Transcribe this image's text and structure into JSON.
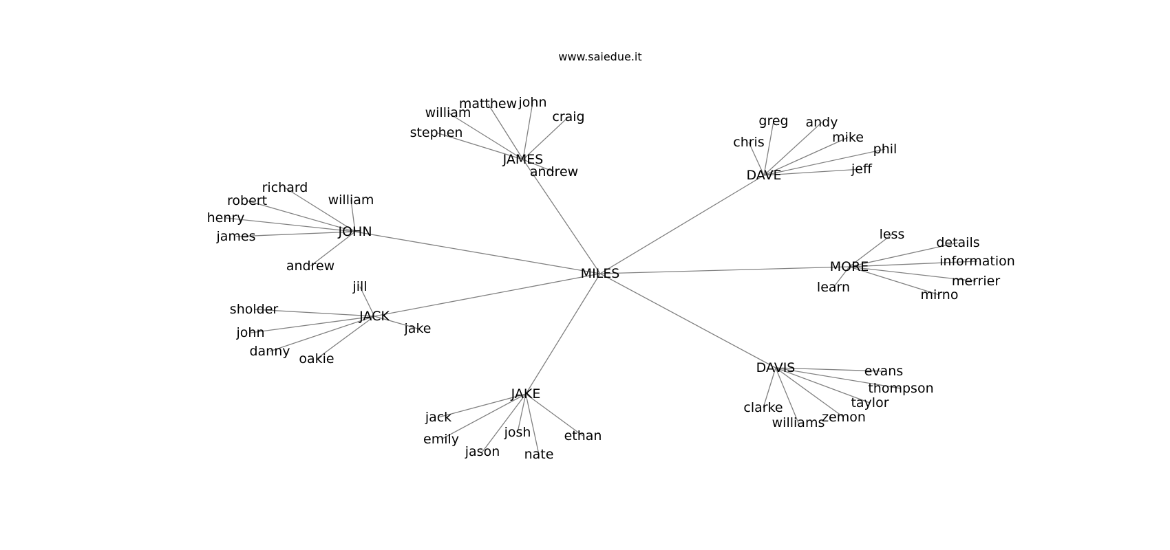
{
  "title": "www.saiedue.it",
  "colors": {
    "edge": "#808080",
    "text": "#000000",
    "background": "#ffffff"
  },
  "root": "MILES",
  "hubs": [
    {
      "name": "JAMES",
      "leaves": [
        "william",
        "matthew",
        "john",
        "craig",
        "stephen",
        "andrew"
      ]
    },
    {
      "name": "DAVE",
      "leaves": [
        "chris",
        "greg",
        "andy",
        "mike",
        "phil",
        "jeff"
      ]
    },
    {
      "name": "JOHN",
      "leaves": [
        "richard",
        "robert",
        "william",
        "henry",
        "james",
        "andrew"
      ]
    },
    {
      "name": "MORE",
      "leaves": [
        "less",
        "details",
        "information",
        "merrier",
        "mirno",
        "learn"
      ]
    },
    {
      "name": "JACK",
      "leaves": [
        "jill",
        "sholder",
        "john",
        "danny",
        "oakie",
        "jake"
      ]
    },
    {
      "name": "DAVIS",
      "leaves": [
        "evans",
        "thompson",
        "taylor",
        "zemon",
        "williams",
        "clarke"
      ]
    },
    {
      "name": "JAKE",
      "leaves": [
        "jack",
        "emily",
        "jason",
        "josh",
        "nate",
        "ethan"
      ]
    }
  ]
}
